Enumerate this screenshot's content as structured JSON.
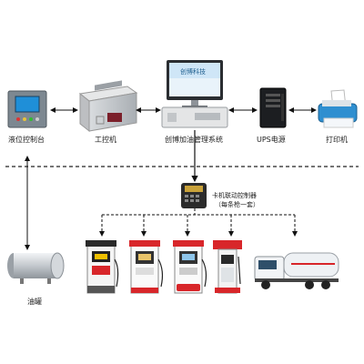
{
  "labels": {
    "level_console": "液位控制台",
    "ipc": "工控机",
    "management": "创博加油管理系统",
    "ups": "UPS电源",
    "printer": "打印机",
    "controller_line1": "卡机联动控制器",
    "controller_line2": "（每条枪一套）",
    "tank": "油罐"
  },
  "screen_logo": "创博科技",
  "colors": {
    "arrow": "#111111",
    "dashed_divider": "#222222",
    "pump_red": "#d8262a",
    "printer_blue": "#2f8fd0",
    "truck_body": "#e9eef2",
    "tank_silver": "#c8cdd2"
  }
}
